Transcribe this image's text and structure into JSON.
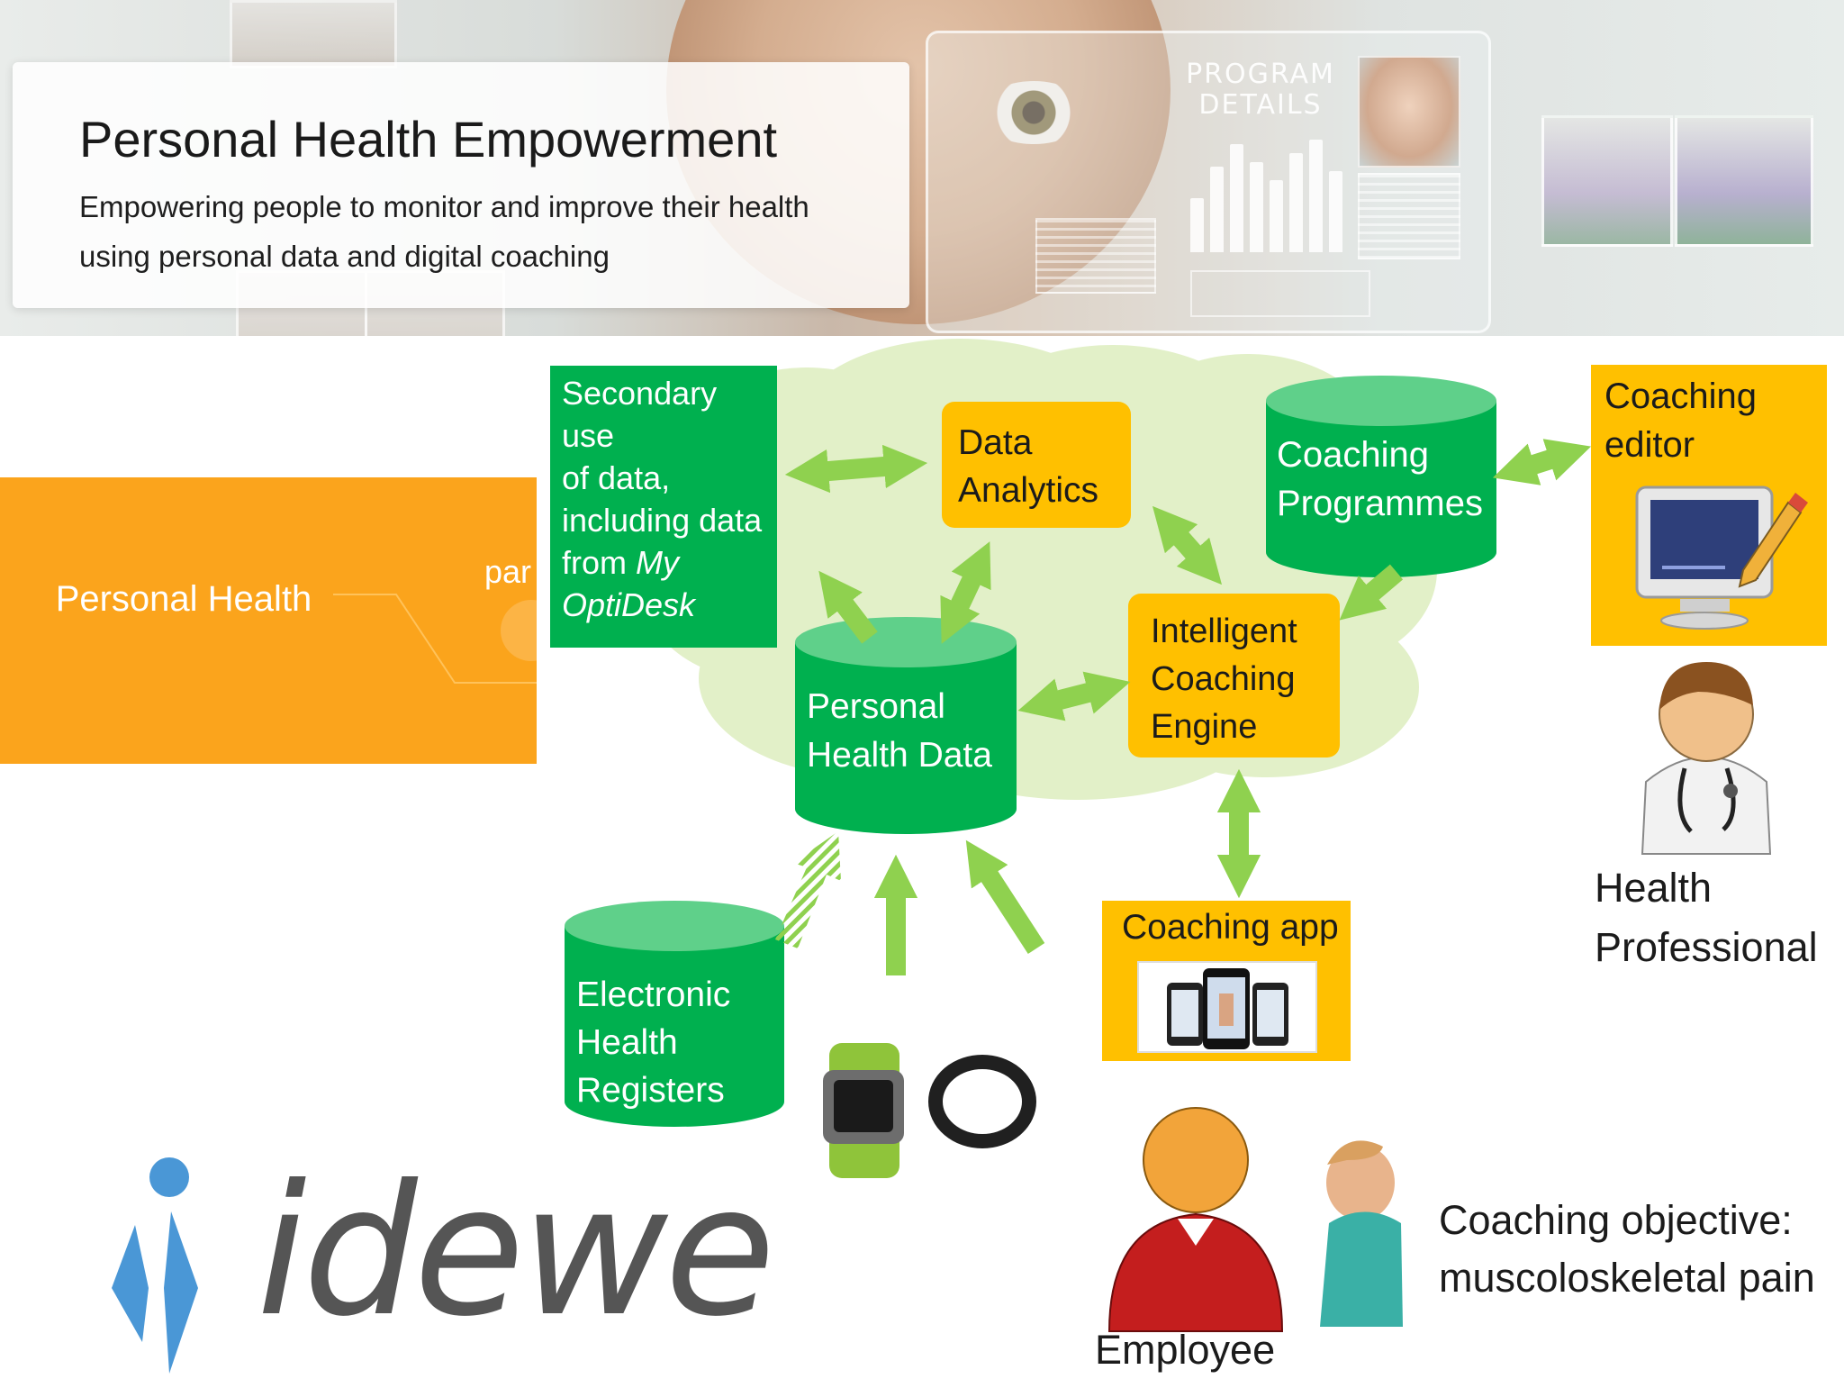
{
  "banner": {
    "title": "Personal Health Empowerment",
    "subtitle": "Empowering people to monitor and improve their health using personal data and digital coaching",
    "program_details": "PROGRAM DETAILS"
  },
  "orange_panel": {
    "title": "Personal Health Empowerment",
    "partial_text": "par"
  },
  "diagram": {
    "secondary_use": {
      "line1": "Secondary use",
      "line2": "of data,",
      "line3": "including data",
      "line4_prefix": "from ",
      "line4_italic": "My",
      "line5_italic": "OptiDesk"
    },
    "data_analytics": {
      "line1": "Data",
      "line2": "Analytics"
    },
    "coaching_programmes": {
      "line1": "Coaching",
      "line2": "Programmes"
    },
    "coaching_editor": {
      "line1": "Coaching",
      "line2": "editor"
    },
    "intelligent_engine": {
      "line1": "Intelligent",
      "line2": "Coaching",
      "line3": "Engine"
    },
    "personal_health_data": {
      "line1": "Personal",
      "line2": "Health Data"
    },
    "electronic_health_registers": {
      "line1": "Electronic",
      "line2": "Health",
      "line3": "Registers"
    },
    "coaching_app": "Coaching app",
    "health_professional": {
      "line1": "Health",
      "line2": "Professional"
    },
    "employee": "Employee",
    "coaching_objective": {
      "line1": "Coaching objective:",
      "line2": "muscoloskeletal pain"
    }
  },
  "logo": {
    "text": "idewe"
  },
  "colors": {
    "green": "#00b04f",
    "green_top": "#5fd08a",
    "amber": "#ffc000",
    "arrow": "#8fd14f",
    "cloud": "#e2f0c8",
    "orange": "#fba41c",
    "logo_blue": "#4a97d6",
    "logo_gray": "#555555"
  }
}
